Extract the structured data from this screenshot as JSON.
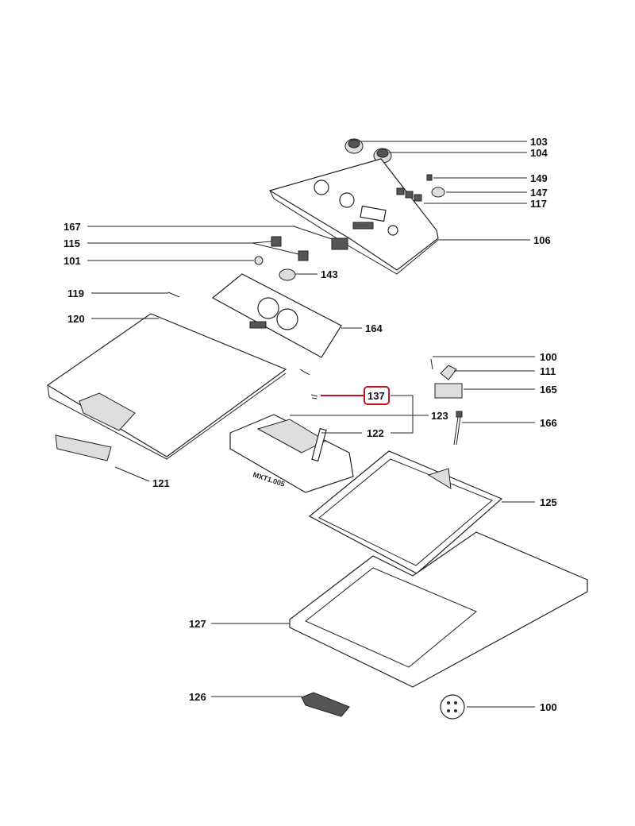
{
  "diagram": {
    "callouts": {
      "p103": "103",
      "p104": "104",
      "p149": "149",
      "p147": "147",
      "p117": "117",
      "p106": "106",
      "p167": "167",
      "p115": "115",
      "p101": "101",
      "p143": "143",
      "p119": "119",
      "p120": "120",
      "p164": "164",
      "p100a": "100",
      "p111": "111",
      "p165": "165",
      "p137": "137",
      "p123": "123",
      "p122": "122",
      "p166": "166",
      "p121": "121",
      "p125": "125",
      "p127": "127",
      "p126": "126",
      "p100b": "100"
    },
    "part_marking": "MXT1.005",
    "highlight_color": "#c0141c"
  }
}
